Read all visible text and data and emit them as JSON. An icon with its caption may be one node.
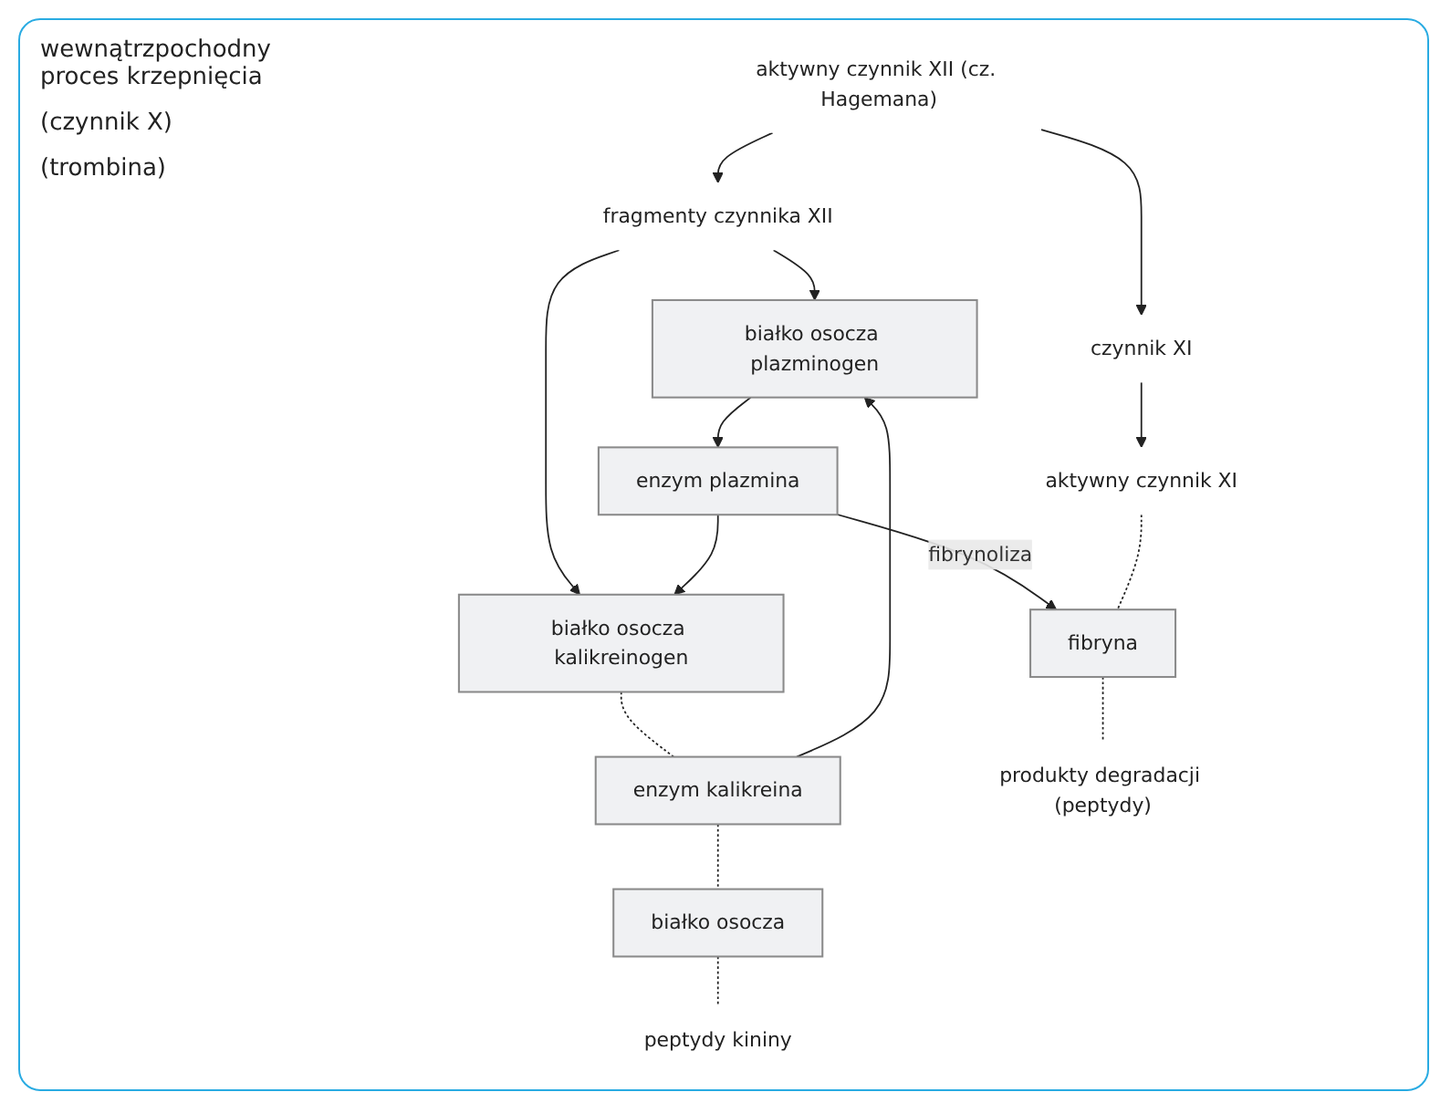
{
  "diagram": {
    "nodes": [
      {
        "text": [
          "aktywny czynnik XII (cz. Hagemana)"
        ]
      },
      {
        "text": [
          "czynnik XI"
        ]
      },
      {
        "text": [
          "aktywny czynnik XI"
        ]
      },
      {
        "text": [
          "fragmenty czynnika XII"
        ]
      },
      {
        "text": [
          "białko osocza plazminogen"
        ]
      },
      {
        "text": [
          "białko osocza kalikreinogen"
        ]
      },
      {
        "text": [
          "fibryna"
        ]
      },
      {
        "text": [
          "enzym plazmina"
        ]
      },
      {
        "text": [
          "enzym kalikreina"
        ]
      },
      {
        "text": [
          "produkty degradacji (peptydy)"
        ]
      },
      {
        "text": [
          "białko osocza"
        ]
      },
      {
        "text": [
          "peptydy kininy"
        ]
      }
    ],
    "edges": [
      {
        "from": 0,
        "to": 1,
        "arrow": "to"
      },
      {
        "from": 0,
        "to": 3,
        "arrow": "to"
      },
      {
        "from": 1,
        "to": 2,
        "arrow": "to"
      },
      {
        "from": 3,
        "to": 4,
        "arrow": "to"
      },
      {
        "from": 3,
        "to": 5,
        "arrow": "to"
      },
      {
        "from": 4,
        "to": 7,
        "arrow": "to"
      },
      {
        "from": 7,
        "to": 5,
        "arrow": "to"
      },
      {
        "from": 8,
        "to": 4,
        "arrow": "to"
      },
      {
        "from": 7,
        "to": 6,
        "label": "fibrynoliza",
        "arrow": "to"
      },
      {
        "from": 2,
        "to": 6,
        "arrow": "none",
        "style": "dashed"
      },
      {
        "from": 6,
        "to": 9,
        "arrow": "none",
        "style": "dashed"
      },
      {
        "from": 5,
        "to": 8,
        "arrow": "none",
        "style": "dashed"
      },
      {
        "from": 8,
        "to": 10,
        "arrow": "none",
        "style": "dashed"
      },
      {
        "from": 10,
        "to": 11,
        "arrow": "none",
        "style": "dashed"
      }
    ],
    "labels": [
      "wewnątrzpochodny proces krzepnięcia",
      "(czynnik X)",
      "(trombina)"
    ]
  }
}
